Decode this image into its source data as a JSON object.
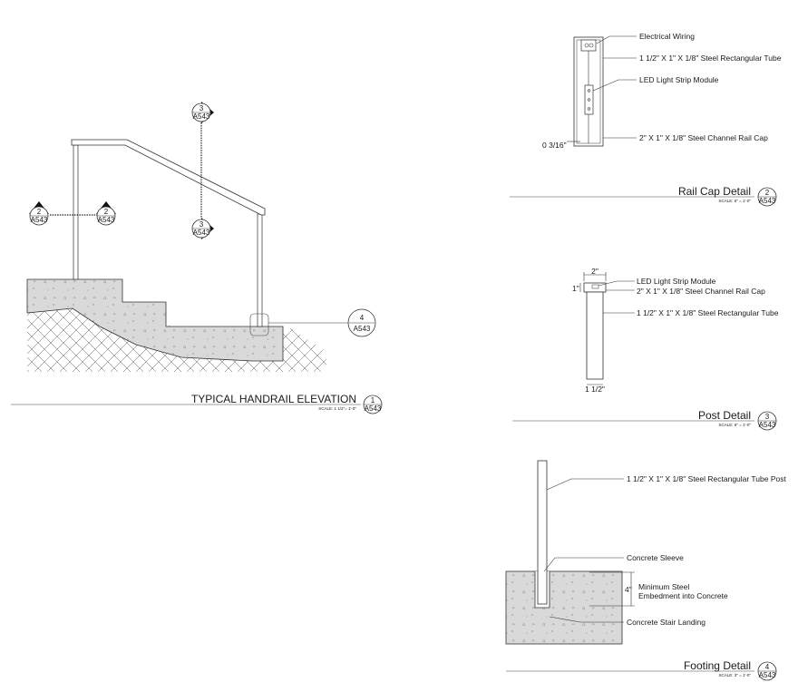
{
  "elevation": {
    "title": "TYPICAL HANDRAIL ELEVATION",
    "scale": "SCALE: 1 1/2\"=   1'-0\"",
    "tag_num": "1",
    "tag_sheet": "A543",
    "callouts": [
      {
        "num": "2",
        "sheet": "A543"
      },
      {
        "num": "2",
        "sheet": "A543"
      },
      {
        "num": "3",
        "sheet": "A543"
      },
      {
        "num": "3",
        "sheet": "A543"
      },
      {
        "num": "4",
        "sheet": "A543"
      }
    ]
  },
  "rail_cap": {
    "title": "Rail Cap Detail",
    "scale": "SCALE: 6\"   =   1'-0\"",
    "tag_num": "2",
    "tag_sheet": "A543",
    "labels": {
      "wiring": "Electrical Wiring",
      "tube": "1 1/2\" X 1\" X 1/8\" Steel Rectangular Tube",
      "led": "LED Light Strip Module",
      "channel": "2\" X 1\" X 1/8\" Steel Channel Rail Cap",
      "dim": "0 3/16\""
    }
  },
  "post": {
    "title": "Post Detail",
    "scale": "SCALE: 6\"   =   1'-0\"",
    "tag_num": "3",
    "tag_sheet": "A543",
    "labels": {
      "led": "LED Light Strip Module",
      "channel": "2\" X 1\" X 1/8\" Steel Channel Rail Cap",
      "tube": "1 1/2\" X 1\" X 1/8\" Steel Rectangular Tube",
      "dim_top": "2\"",
      "dim_side": "1\"",
      "dim_bottom": "1 1/2\""
    }
  },
  "footing": {
    "title": "Footing Detail",
    "scale": "SCALE: 3\"   =   1'-0\"",
    "tag_num": "4",
    "tag_sheet": "A543",
    "labels": {
      "post": "1 1/2\" X 1\" X 1/8\" Steel Rectangular Tube Post",
      "sleeve": "Concrete Sleeve",
      "embed1": "Minimum Steel",
      "embed2": "Embedment into Concrete",
      "landing": "Concrete Stair Landing",
      "dim": "4\""
    }
  }
}
